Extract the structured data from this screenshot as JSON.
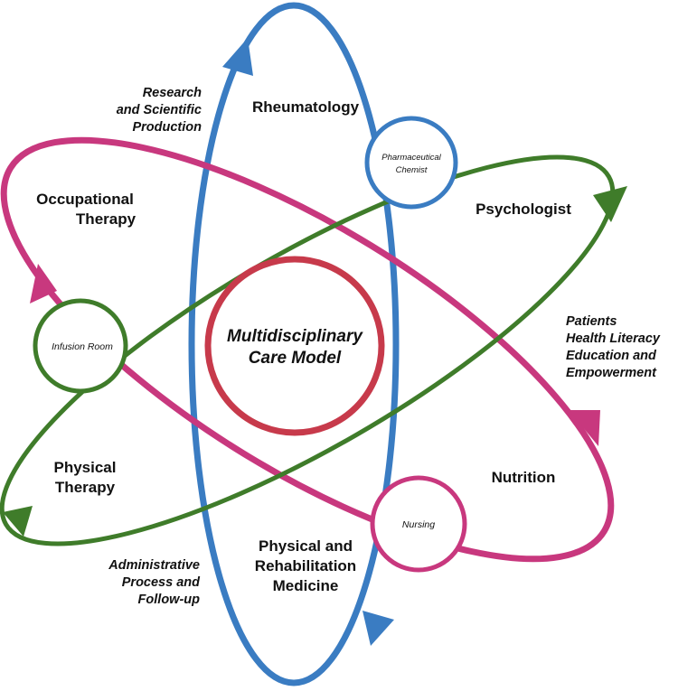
{
  "colors": {
    "blue": "#3a7cc2",
    "magenta": "#c8387e",
    "green": "#3f7c2a",
    "red": "#c73a4b",
    "white": "#ffffff",
    "text": "#111111"
  },
  "center": {
    "line1": "Multidisciplinary",
    "line2": "Care Model"
  },
  "nodes": {
    "pharmaceutical_chemist": {
      "line1": "Pharmaceutical",
      "line2": "Chemist"
    },
    "infusion_room": {
      "label": "Infusion Room"
    },
    "nursing": {
      "label": "Nursing"
    }
  },
  "areas": {
    "rheumatology": "Rheumatology",
    "occupational_therapy": {
      "line1": "Occupational",
      "line2": "Therapy"
    },
    "psychologist": "Psychologist",
    "nutrition": "Nutrition",
    "physical_therapy": {
      "line1": "Physical",
      "line2": "Therapy"
    },
    "physical_rehab_medicine": {
      "line1": "Physical and",
      "line2": "Rehabilitation",
      "line3": "Medicine"
    }
  },
  "processes": {
    "research": {
      "line1": "Research",
      "line2": "and Scientific",
      "line3": "Production"
    },
    "patients": {
      "line1": "Patients",
      "line2": "Health Literacy",
      "line3": "Education and",
      "line4": "Empowerment"
    },
    "administrative": {
      "line1": "Administrative",
      "line2": "Process and",
      "line3": "Follow-up"
    }
  }
}
